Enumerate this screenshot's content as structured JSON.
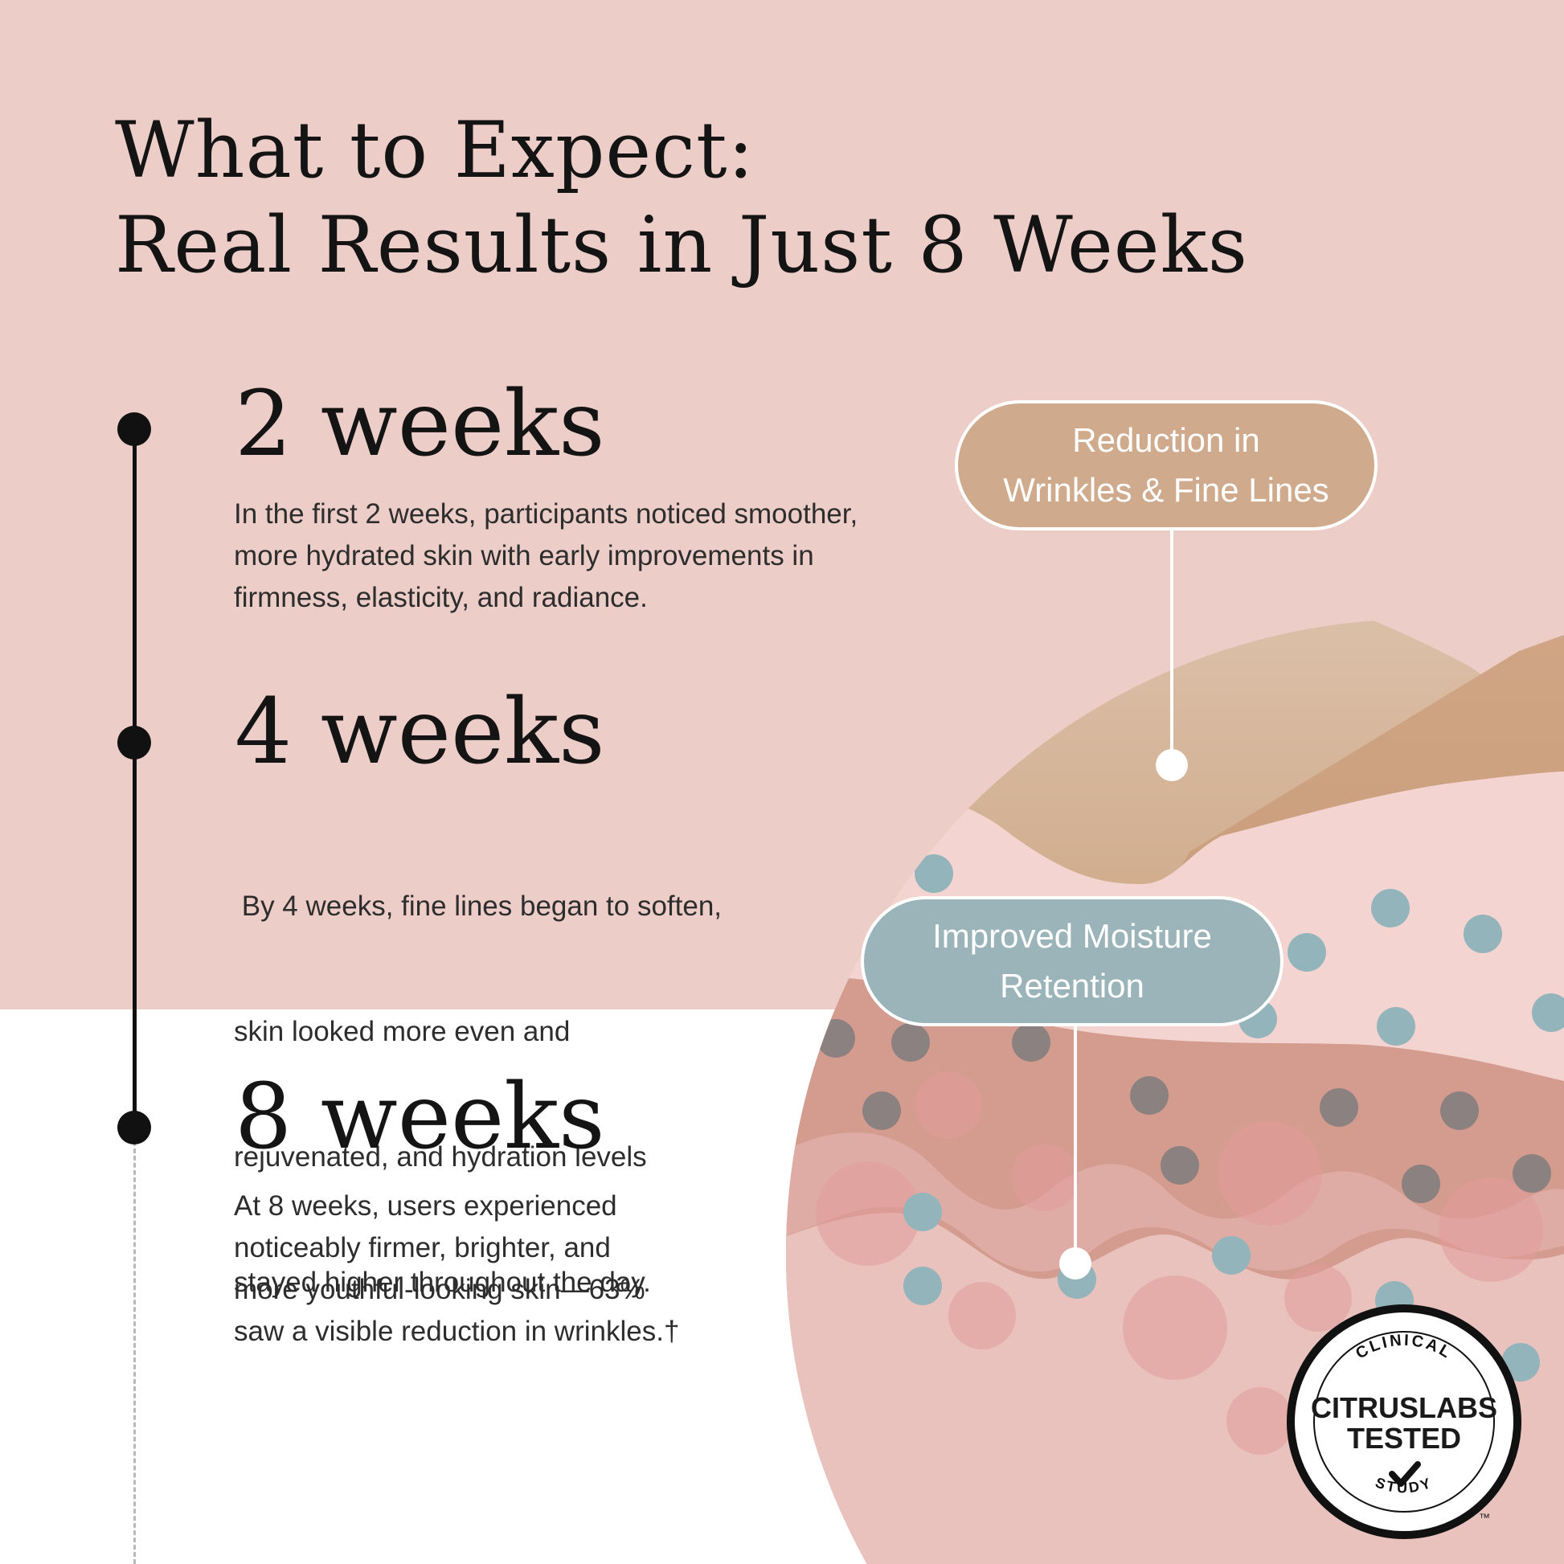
{
  "title": {
    "line1": "What to Expect:",
    "line2": "Real Results in Just 8 Weeks"
  },
  "timeline": [
    {
      "label": "2 weeks",
      "lines": [
        "In the first 2 weeks, participants noticed smoother,",
        "more hydrated skin with early improvements in",
        "firmness, elasticity, and radiance."
      ]
    },
    {
      "label": "4 weeks",
      "lines": [
        " By 4 weeks, fine lines began to soften,",
        "skin looked more even and",
        "rejuvenated, and hydration levels",
        "stayed higher throughout the day."
      ]
    },
    {
      "label": "8 weeks",
      "lines": [
        "At 8 weeks, users experienced",
        "noticeably firmer, brighter, and",
        "more youthful-looking skin—63%",
        "saw a visible reduction in wrinkles.†"
      ]
    }
  ],
  "callouts": {
    "wrinkles": {
      "line1": "Reduction in",
      "line2": "Wrinkles & Fine Lines"
    },
    "moisture": {
      "line1": "Improved Moisture",
      "line2": "Retention"
    }
  },
  "badge": {
    "top_arc": "CLINICAL",
    "name_line1": "CITRUSLABS",
    "name_line2": "TESTED",
    "bottom_arc": "STUDY",
    "trademark": "™",
    "icon": "checkmark-icon"
  },
  "colors": {
    "background_top": "#eccdc8",
    "background_bottom": "#ffffff",
    "tan": "#cfaa8c",
    "blue": "#9ab4b9",
    "text": "#141414"
  }
}
